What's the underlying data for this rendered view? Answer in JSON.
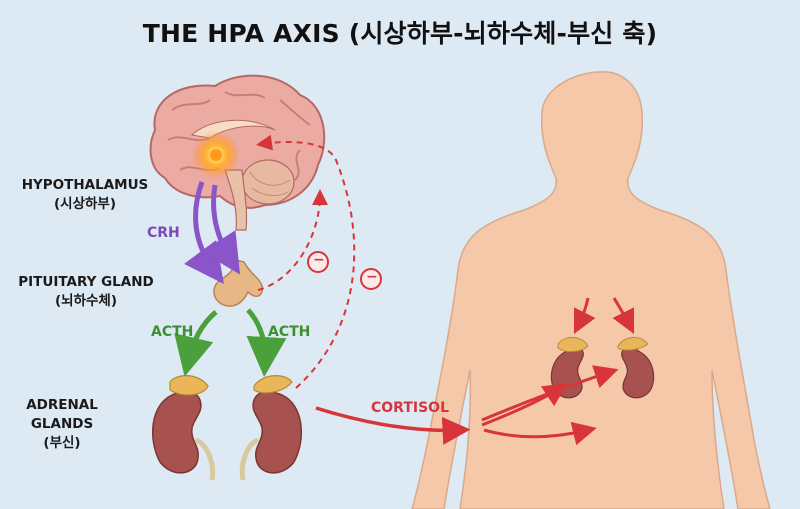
{
  "title": "THE HPA AXIS (시상하부-뇌하수체-부신 축)",
  "labels": {
    "hypothalamus": {
      "en": "HYPOTHALAMUS",
      "ko": "(시상하부)"
    },
    "pituitary": {
      "en": "PITUITARY GLAND",
      "ko": "(뇌하수체)"
    },
    "adrenal": {
      "en1": "ADRENAL",
      "en2": "GLANDS",
      "ko": "(부신)"
    }
  },
  "arrows": {
    "crh": "CRH",
    "acth_left": "ACTH",
    "acth_right": "ACTH",
    "cortisol": "CORTISOL",
    "inhibit_1": "−",
    "inhibit_2": "−"
  },
  "colors": {
    "crh": "#8a55c9",
    "acth": "#4aa03a",
    "cortisol": "#d8353a",
    "skin": "#f5c7a8",
    "brain": "#e9a8a0",
    "kidney": "#a8524f",
    "adrenal_cap": "#e9b65a"
  }
}
